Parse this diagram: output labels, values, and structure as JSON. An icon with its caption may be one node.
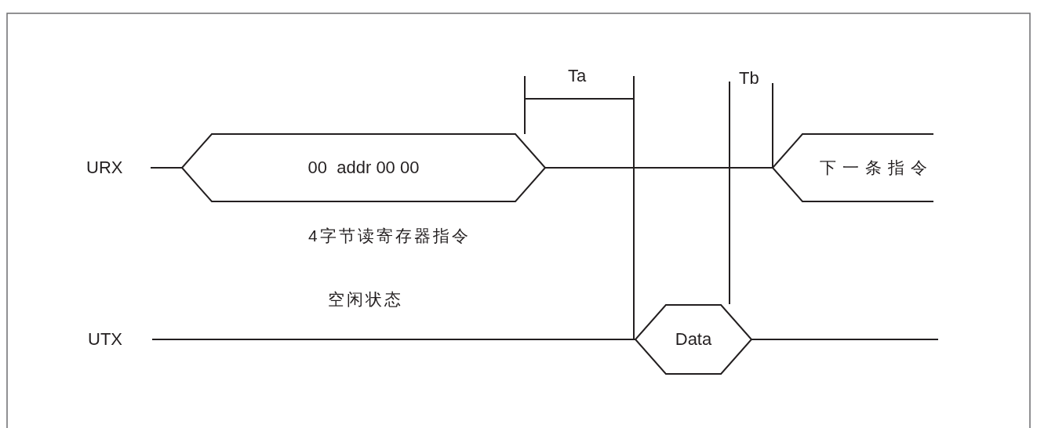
{
  "diagram": {
    "nodes": [
      {
        "text": [
          "URX"
        ]
      },
      {
        "text": [
          "00  addr 00 00"
        ],
        "beside": [
          "4字节读寄存器指令"
        ]
      },
      {
        "text": [
          "下一条指令"
        ]
      },
      {
        "text": [
          "UTX"
        ]
      },
      {
        "text": [
          "Data"
        ]
      }
    ],
    "edges": [
      {
        "from": 0,
        "to": 1,
        "arrow": "none"
      },
      {
        "from": 1,
        "to": 2,
        "arrow": "none"
      },
      {
        "from": 3,
        "to": 4,
        "arrow": "none",
        "label": "空闲状态"
      },
      {
        "from": 4,
        "to": null,
        "arrow": "none"
      }
    ],
    "labels": [
      "Ta",
      "Tb"
    ]
  }
}
